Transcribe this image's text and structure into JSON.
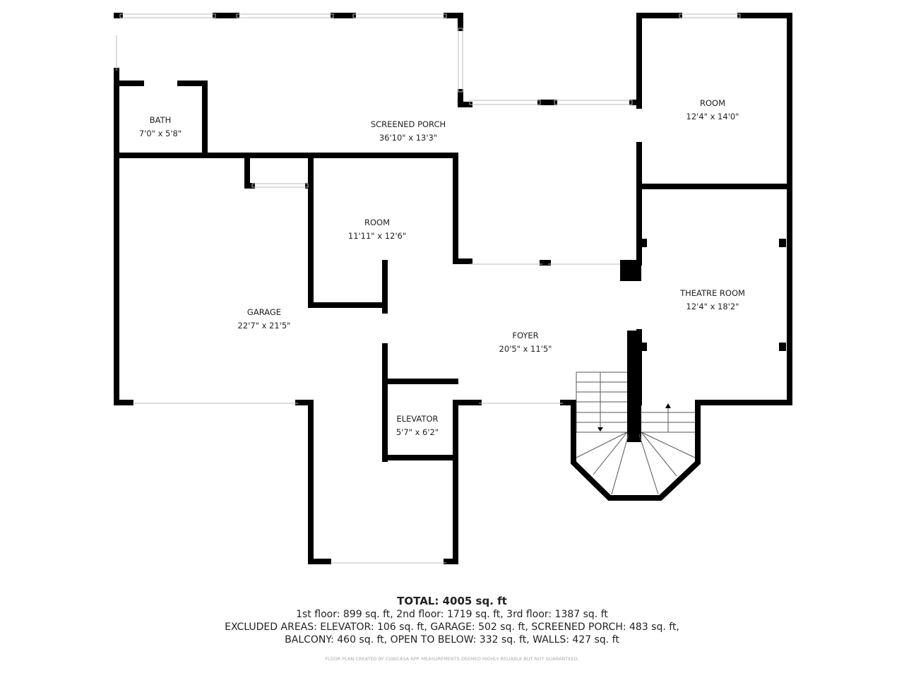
{
  "rooms": {
    "porch": {
      "name": "SCREENED PORCH",
      "dims": "36'10\" x 13'3\""
    },
    "bath": {
      "name": "BATH",
      "dims": "7'0\" x 5'8\""
    },
    "room1": {
      "name": "ROOM",
      "dims": "12'4\" x 14'0\""
    },
    "room2": {
      "name": "ROOM",
      "dims": "11'11\" x 12'6\""
    },
    "garage": {
      "name": "GARAGE",
      "dims": "22'7\" x 21'5\""
    },
    "foyer": {
      "name": "FOYER",
      "dims": "20'5\" x 11'5\""
    },
    "theatre": {
      "name": "THEATRE ROOM",
      "dims": "12'4\" x 18'2\""
    },
    "elevator": {
      "name": "ELEVATOR",
      "dims": "5'7\" x 6'2\""
    }
  },
  "summary": {
    "total": "TOTAL: 4005 sq. ft",
    "floors": "1st floor: 899 sq. ft, 2nd floor: 1719 sq. ft, 3rd floor: 1387 sq. ft",
    "excluded_1": "EXCLUDED AREAS: ELEVATOR: 106 sq. ft, GARAGE: 502 sq. ft, SCREENED PORCH: 483 sq. ft,",
    "excluded_2": "BALCONY: 460 sq. ft, OPEN TO BELOW: 332 sq. ft, WALLS: 427 sq. ft",
    "credit": "FLOOR PLAN CREATED BY CUBICASA APP. MEASUREMENTS DEEMED HIGHLY RELIABLE BUT NOT GUARANTEED."
  }
}
